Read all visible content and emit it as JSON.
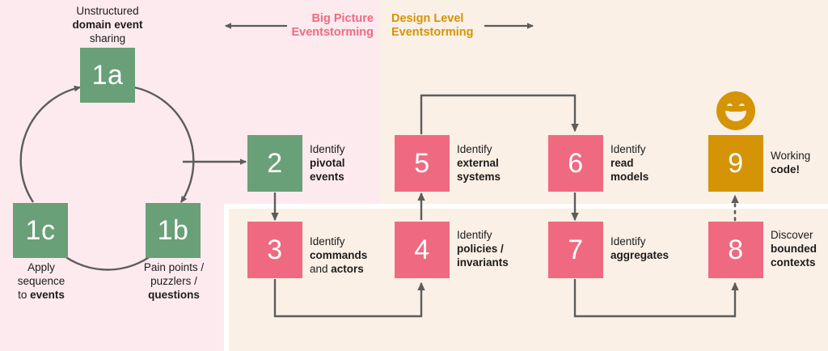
{
  "header": {
    "big_picture": "Big Picture\nEventstorming",
    "big_picture_line1": "Big Picture",
    "big_picture_line2": "Eventstorming",
    "big_picture_color": "#ef6a80",
    "design_level_line1": "Design Level",
    "design_level_line2": "Eventstorming",
    "design_level_color": "#d49405",
    "left_arrow_icon": "arrow-left-icon",
    "right_arrow_icon": "arrow-right-icon"
  },
  "palette": {
    "panel_big_picture": "#fdeaef",
    "panel_design_level": "#faf0e6",
    "note_green": "#69a077",
    "note_pink": "#ef6a80",
    "note_gold": "#d49405",
    "connector": "#5c5c5c",
    "text": "#1c1c1c"
  },
  "steps": [
    {
      "id": "1a",
      "label": "1a",
      "color": "green",
      "caption_pre": "Unstructured ",
      "caption_bold": "domain event",
      "caption_post": " sharing",
      "caption_lines": [
        "Unstructured",
        "domain event",
        "sharing"
      ],
      "caption_position": "above"
    },
    {
      "id": "1b",
      "label": "1b",
      "color": "green",
      "caption_pre": "Pain points / puzzlers / ",
      "caption_bold": "questions",
      "caption_post": "",
      "caption_lines": [
        "Pain points /",
        "puzzlers /",
        "questions"
      ],
      "caption_position": "below"
    },
    {
      "id": "1c",
      "label": "1c",
      "color": "green",
      "caption_pre": "Apply sequence to ",
      "caption_bold": "events",
      "caption_post": "",
      "caption_lines": [
        "Apply",
        "sequence",
        "to events"
      ],
      "caption_position": "below"
    },
    {
      "id": "2",
      "label": "2",
      "color": "green",
      "caption_pre": "Identify ",
      "caption_bold": "pivotal events",
      "caption_post": "",
      "caption_lines": [
        "Identify",
        "pivotal",
        "events"
      ],
      "caption_position": "right"
    },
    {
      "id": "3",
      "label": "3",
      "color": "pink",
      "caption_pre": "Identify ",
      "caption_bold": "commands",
      "caption_post": " and actors",
      "caption_lines": [
        "Identify",
        "commands",
        "and actors"
      ],
      "caption_position": "right"
    },
    {
      "id": "4",
      "label": "4",
      "color": "pink",
      "caption_pre": "Identify ",
      "caption_bold": "policies / invariants",
      "caption_post": "",
      "caption_lines": [
        "Identify",
        "policies /",
        "invariants"
      ],
      "caption_position": "right"
    },
    {
      "id": "5",
      "label": "5",
      "color": "pink",
      "caption_pre": "Identify ",
      "caption_bold": "external systems",
      "caption_post": "",
      "caption_lines": [
        "Identify",
        "external",
        "systems"
      ],
      "caption_position": "right"
    },
    {
      "id": "6",
      "label": "6",
      "color": "pink",
      "caption_pre": "Identify ",
      "caption_bold": "read models",
      "caption_post": "",
      "caption_lines": [
        "Identify",
        "read",
        "models"
      ],
      "caption_position": "right"
    },
    {
      "id": "7",
      "label": "7",
      "color": "pink",
      "caption_pre": "Identify ",
      "caption_bold": "aggregates",
      "caption_post": "",
      "caption_lines": [
        "Identify",
        "aggregates"
      ],
      "caption_position": "right"
    },
    {
      "id": "8",
      "label": "8",
      "color": "pink",
      "caption_pre": "Discover ",
      "caption_bold": "bounded contexts",
      "caption_post": "",
      "caption_lines": [
        "Discover",
        "bounded",
        "contexts"
      ],
      "caption_position": "right"
    },
    {
      "id": "9",
      "label": "9",
      "color": "gold",
      "caption_pre": "Working ",
      "caption_bold": "code!",
      "caption_post": "",
      "caption_lines": [
        "Working",
        "code!"
      ],
      "caption_position": "right"
    }
  ],
  "captions": {
    "c1a": {
      "l1": "Unstructured",
      "l2": "domain event",
      "l3": "sharing"
    },
    "c1b": {
      "l1": "Pain points /",
      "l2": "puzzlers /",
      "l3": "questions"
    },
    "c1c": {
      "l1": "Apply",
      "l2": "sequence",
      "l3_pre": "to ",
      "l3_bold": "events"
    },
    "c2": {
      "l1": "Identify",
      "l2": "pivotal",
      "l3": "events"
    },
    "c3": {
      "l1": "Identify",
      "l2": "commands",
      "l3_pre": "and ",
      "l3_bold": "actors"
    },
    "c4": {
      "l1": "Identify",
      "l2": "policies /",
      "l3": "invariants"
    },
    "c5": {
      "l1": "Identify",
      "l2": "external",
      "l3": "systems"
    },
    "c6": {
      "l1": "Identify",
      "l2": "read",
      "l3": "models"
    },
    "c7": {
      "l1": "Identify",
      "l2": "aggregates"
    },
    "c8": {
      "l1": "Discover",
      "l2": "bounded",
      "l3": "contexts"
    },
    "c9": {
      "l1": "Working",
      "l2": "code!"
    }
  },
  "icons": {
    "smiley": "smiley-face-icon",
    "cycle": "circular-flow-icon"
  }
}
